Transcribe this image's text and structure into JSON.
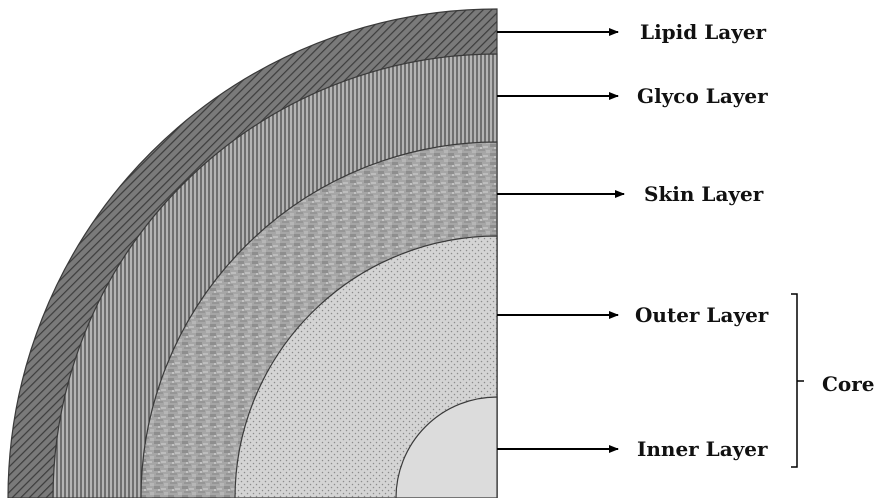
{
  "diagram": {
    "labels": {
      "lipid": "Lipid Layer",
      "glyco": "Glyco Layer",
      "skin": "Skin Layer",
      "outer": "Outer Layer",
      "inner": "Inner Layer",
      "core": "Core"
    },
    "colors": {
      "lipid": "#6b6b6b",
      "glyco": "#9a9a9a",
      "skin": "#a8a8a8",
      "outer": "#d2d2d2",
      "inner": "#dcdcdc",
      "outline": "#3a3a3a",
      "arrow": "#000000"
    }
  }
}
